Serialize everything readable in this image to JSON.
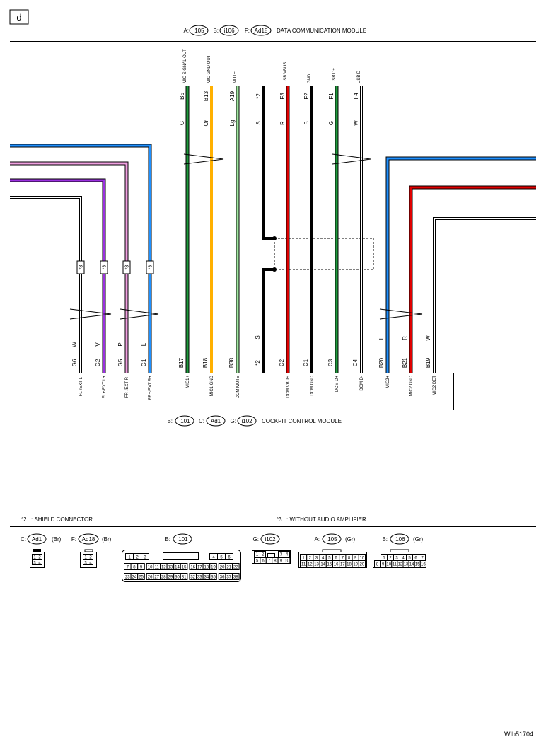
{
  "page_letter": "d",
  "figure_id": "WIb51704",
  "header": {
    "a_prefix": "A:",
    "a_conn": "i105",
    "b_prefix": "B:",
    "b_conn": "i106",
    "f_prefix": "F:",
    "f_conn": "Ad18",
    "module_name": "DATA COMMUNICATION MODULE"
  },
  "top_pins": [
    {
      "func": "MIC SIGNAL OUT",
      "pin": "B5",
      "color": "G"
    },
    {
      "func": "MIC GND OUT",
      "pin": "B13",
      "color": "Or"
    },
    {
      "func": "MUTE",
      "pin": "A19",
      "color": "Lg"
    },
    {
      "func": "",
      "pin": "*2",
      "color": "S"
    },
    {
      "func": "USB VBUS",
      "pin": "F3",
      "color": "R"
    },
    {
      "func": "GND",
      "pin": "F2",
      "color": "B"
    },
    {
      "func": "USB D+",
      "pin": "F1",
      "color": "G"
    },
    {
      "func": "USB D-",
      "pin": "F4",
      "color": "W"
    }
  ],
  "bottom_pins": [
    {
      "pin": "G6",
      "color": "W",
      "func": "FL-/EXT L-"
    },
    {
      "pin": "G2",
      "color": "V",
      "func": "FL+/EXT L+"
    },
    {
      "pin": "G5",
      "color": "P",
      "func": "FR-/EXT R-"
    },
    {
      "pin": "G1",
      "color": "L",
      "func": "FR+/EXT R+"
    },
    {
      "pin": "B17",
      "color": "",
      "func": "MIC1+"
    },
    {
      "pin": "B18",
      "color": "",
      "func": "MIC1 GND"
    },
    {
      "pin": "B38",
      "color": "",
      "func": "DCM MUTE"
    },
    {
      "pin": "*2",
      "color": "S",
      "func": ""
    },
    {
      "pin": "C2",
      "color": "",
      "func": "DCM VBUS"
    },
    {
      "pin": "C1",
      "color": "",
      "func": "DCM GND"
    },
    {
      "pin": "C3",
      "color": "",
      "func": "DCM D+"
    },
    {
      "pin": "C4",
      "color": "",
      "func": "DCM D-"
    },
    {
      "pin": "B20",
      "color": "L",
      "func": "MIC2+"
    },
    {
      "pin": "B21",
      "color": "R",
      "func": "MIC2 GND"
    },
    {
      "pin": "B19",
      "color": "W",
      "func": "MIC2 DET"
    }
  ],
  "shield_tag": "*3",
  "footer_module": {
    "b_prefix": "B:",
    "b_conn": "i101",
    "c_prefix": "C:",
    "c_conn": "Ad1",
    "g_prefix": "G:",
    "g_conn": "i102",
    "module_name": "COCKPIT CONTROL MODULE"
  },
  "notes": {
    "note1_star": "*2",
    "note1_text": ": SHIELD CONNECTOR",
    "note2_star": "*3",
    "note2_text": ": WITHOUT AUDIO AMPLIFIER"
  },
  "connectors": {
    "c": {
      "prefix": "C:",
      "name": "Ad1",
      "color": "(Br)",
      "pins": [
        "1",
        "2",
        "3",
        "4"
      ]
    },
    "f": {
      "prefix": "F:",
      "name": "Ad18",
      "color": "(Br)",
      "pins": [
        "1",
        "2",
        "3",
        "4"
      ]
    },
    "b": {
      "prefix": "B:",
      "name": "i101",
      "row1_left": [
        "1",
        "2",
        "3"
      ],
      "row1_right": [
        "4",
        "5",
        "6"
      ],
      "row2": [
        "7",
        "8",
        "9",
        "10",
        "11",
        "12",
        "13",
        "14",
        "15",
        "16",
        "17",
        "18",
        "19",
        "20",
        "21",
        "22"
      ],
      "row3": [
        "23",
        "24",
        "25",
        "26",
        "27",
        "28",
        "29",
        "30",
        "31",
        "32",
        "33",
        "34",
        "35",
        "36",
        "37",
        "38"
      ]
    },
    "g": {
      "prefix": "G:",
      "name": "i102",
      "row1_left": [
        "1",
        "2"
      ],
      "row1_right": [
        "3",
        "4"
      ],
      "row2": [
        "5",
        "6",
        "7",
        "8",
        "9",
        "10"
      ]
    },
    "a": {
      "prefix": "A:",
      "name": "i105",
      "color": "(Gr)",
      "row1": [
        "1",
        "2",
        "3",
        "4",
        "5",
        "6",
        "7",
        "8",
        "9",
        "10"
      ],
      "row2": [
        "11",
        "12",
        "13",
        "14",
        "15",
        "16",
        "17",
        "18",
        "19",
        "20"
      ]
    },
    "b2": {
      "prefix": "B:",
      "name": "i106",
      "color": "(Gr)",
      "row1": [
        "1",
        "2",
        "3",
        "4",
        "5",
        "6",
        "7"
      ],
      "row2": [
        "8",
        "9",
        "10",
        "11",
        "12",
        "13",
        "14",
        "15",
        "16"
      ]
    }
  },
  "wire_colors": {
    "blue": "#1e90ff",
    "pink": "#f0a0e0",
    "violet": "#9b30e0",
    "green": "#1e9a3c",
    "orange": "#ffb000",
    "lightgreen": "#9fe79f",
    "red": "#e00000",
    "black": "#000000"
  }
}
